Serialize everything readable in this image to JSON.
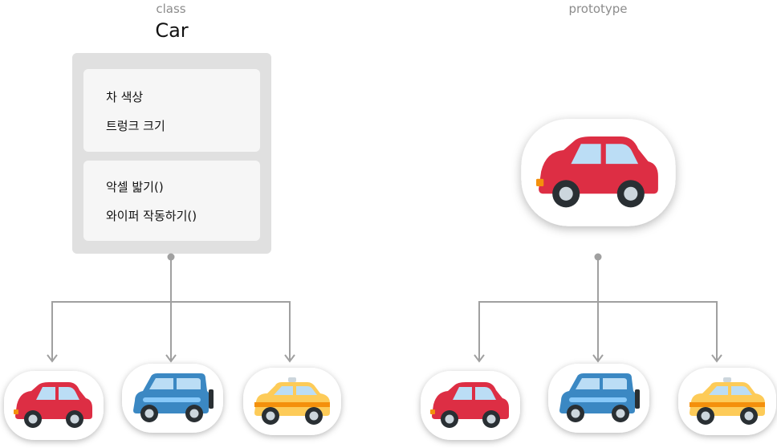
{
  "left": {
    "caption": "class",
    "title": "Car",
    "properties": [
      "차 색상",
      "트렁크 크기"
    ],
    "methods": [
      "악셀 밟기()",
      "와이퍼 작동하기()"
    ]
  },
  "right": {
    "caption": "prototype"
  },
  "icons": {
    "prototype_car": "red-car-icon",
    "instances": [
      "red-car-icon",
      "blue-suv-icon",
      "yellow-taxi-icon"
    ]
  },
  "colors": {
    "connector": "#a0a0a0",
    "class_box": "#e0e0e0",
    "panel": "#f6f6f6",
    "red_car": "#dd2e44",
    "blue_suv": "#3b88c3",
    "taxi": "#fdcb58"
  }
}
